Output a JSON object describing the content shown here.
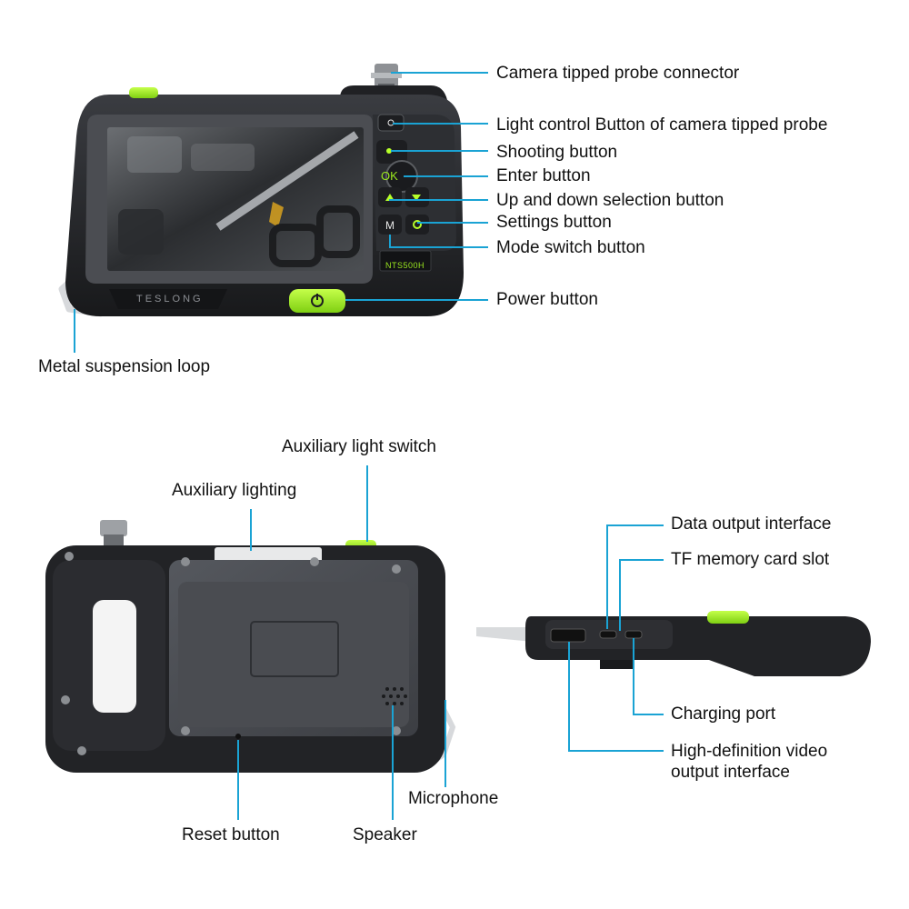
{
  "device": {
    "brand": "TESLONG",
    "model": "NTS500H",
    "ok_label": "OK",
    "mode_label": "M"
  },
  "labels": {
    "probe_connector": "Camera tipped probe connector",
    "light_control": "Light control Button of camera tipped probe",
    "shooting": "Shooting button",
    "enter": "Enter button",
    "up_down": "Up and down selection button",
    "settings": "Settings button",
    "mode_switch": "Mode switch button",
    "power": "Power button",
    "suspension_loop": "Metal suspension loop",
    "aux_light_switch": "Auxiliary light switch",
    "aux_lighting": "Auxiliary lighting",
    "data_output": "Data output interface",
    "tf_slot": "TF memory card slot",
    "charging": "Charging port",
    "hd_video_line1": "High-definition video",
    "hd_video_line2": "output interface",
    "microphone": "Microphone",
    "reset": "Reset button",
    "speaker": "Speaker"
  },
  "colors": {
    "leader_line": "#1aa3d4",
    "accent_green": "#9be81f",
    "body_dark": "#1e1f22",
    "panel_gray": "#4a4c52"
  }
}
